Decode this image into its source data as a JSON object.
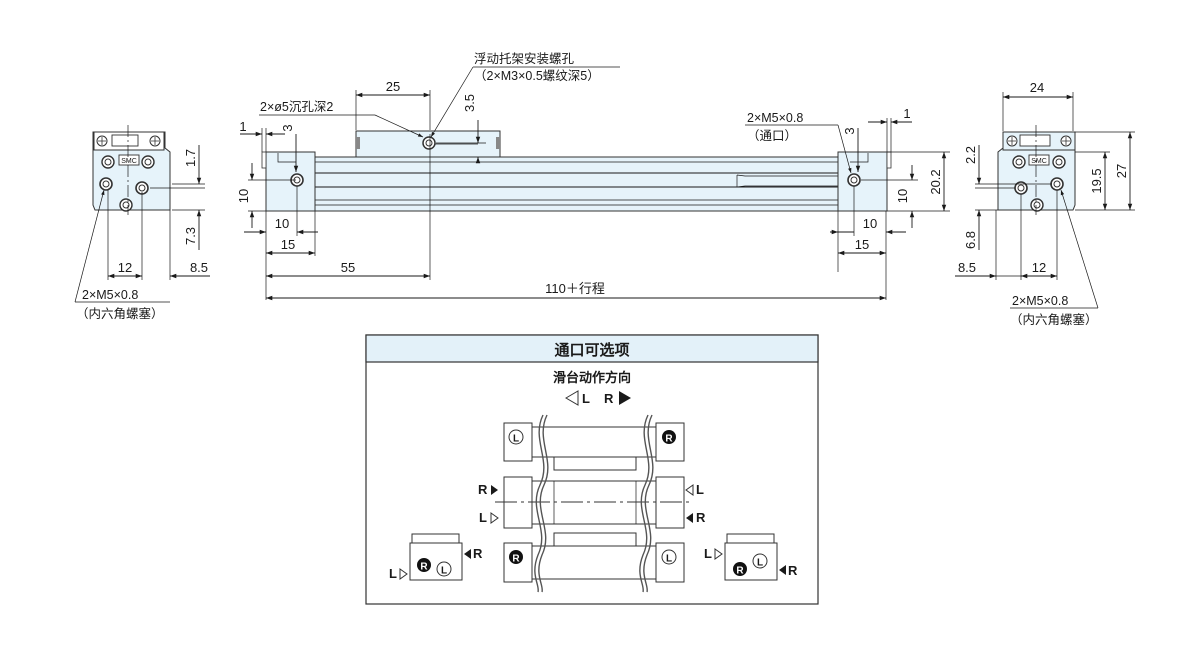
{
  "colors": {
    "part_fill": "#e6f3fa",
    "header_fill": "#e3f1f9",
    "line": "#1a1a1a"
  },
  "left_view": {
    "dims": {
      "d1": "1.7",
      "d2": "7.3",
      "d3": "12",
      "d4": "8.5"
    },
    "callout": {
      "line1": "2×M5×0.8",
      "line2": "（内六角螺塞）"
    },
    "logo": "SMC"
  },
  "front_view": {
    "callout_top": {
      "line1": "浮动托架安装螺孔",
      "line2": "（2×M3×0.5螺纹深5）"
    },
    "callout_counterbore": "2×ø5沉孔深2",
    "callout_port": {
      "line1": "2×M5×0.8",
      "line2": "（通口）"
    },
    "dims": {
      "pitch": "25",
      "h_offset": "3.5",
      "left_gap": "1",
      "left_3": "3",
      "left_10v": "10",
      "left_10h": "10",
      "left_15": "15",
      "center_55": "55",
      "overall": "110＋行程",
      "right_1": "1",
      "right_3": "3",
      "right_10v": "10",
      "right_20_2": "20.2",
      "right_10h": "10",
      "right_15": "15"
    }
  },
  "right_view": {
    "dims": {
      "w24": "24",
      "h2_2": "2.2",
      "h6_8": "6.8",
      "h19_5": "19.5",
      "h27": "27",
      "w8_5": "8.5",
      "w12": "12"
    },
    "callout": {
      "line1": "2×M5×0.8",
      "line2": "（内六角螺塞）"
    },
    "logo": "SMC"
  },
  "port_options": {
    "title": "通口可选项",
    "subtitle": "滑台动作方向",
    "dir_left": "L",
    "dir_right": "R",
    "marks": {
      "L": "L",
      "R": "R"
    }
  }
}
